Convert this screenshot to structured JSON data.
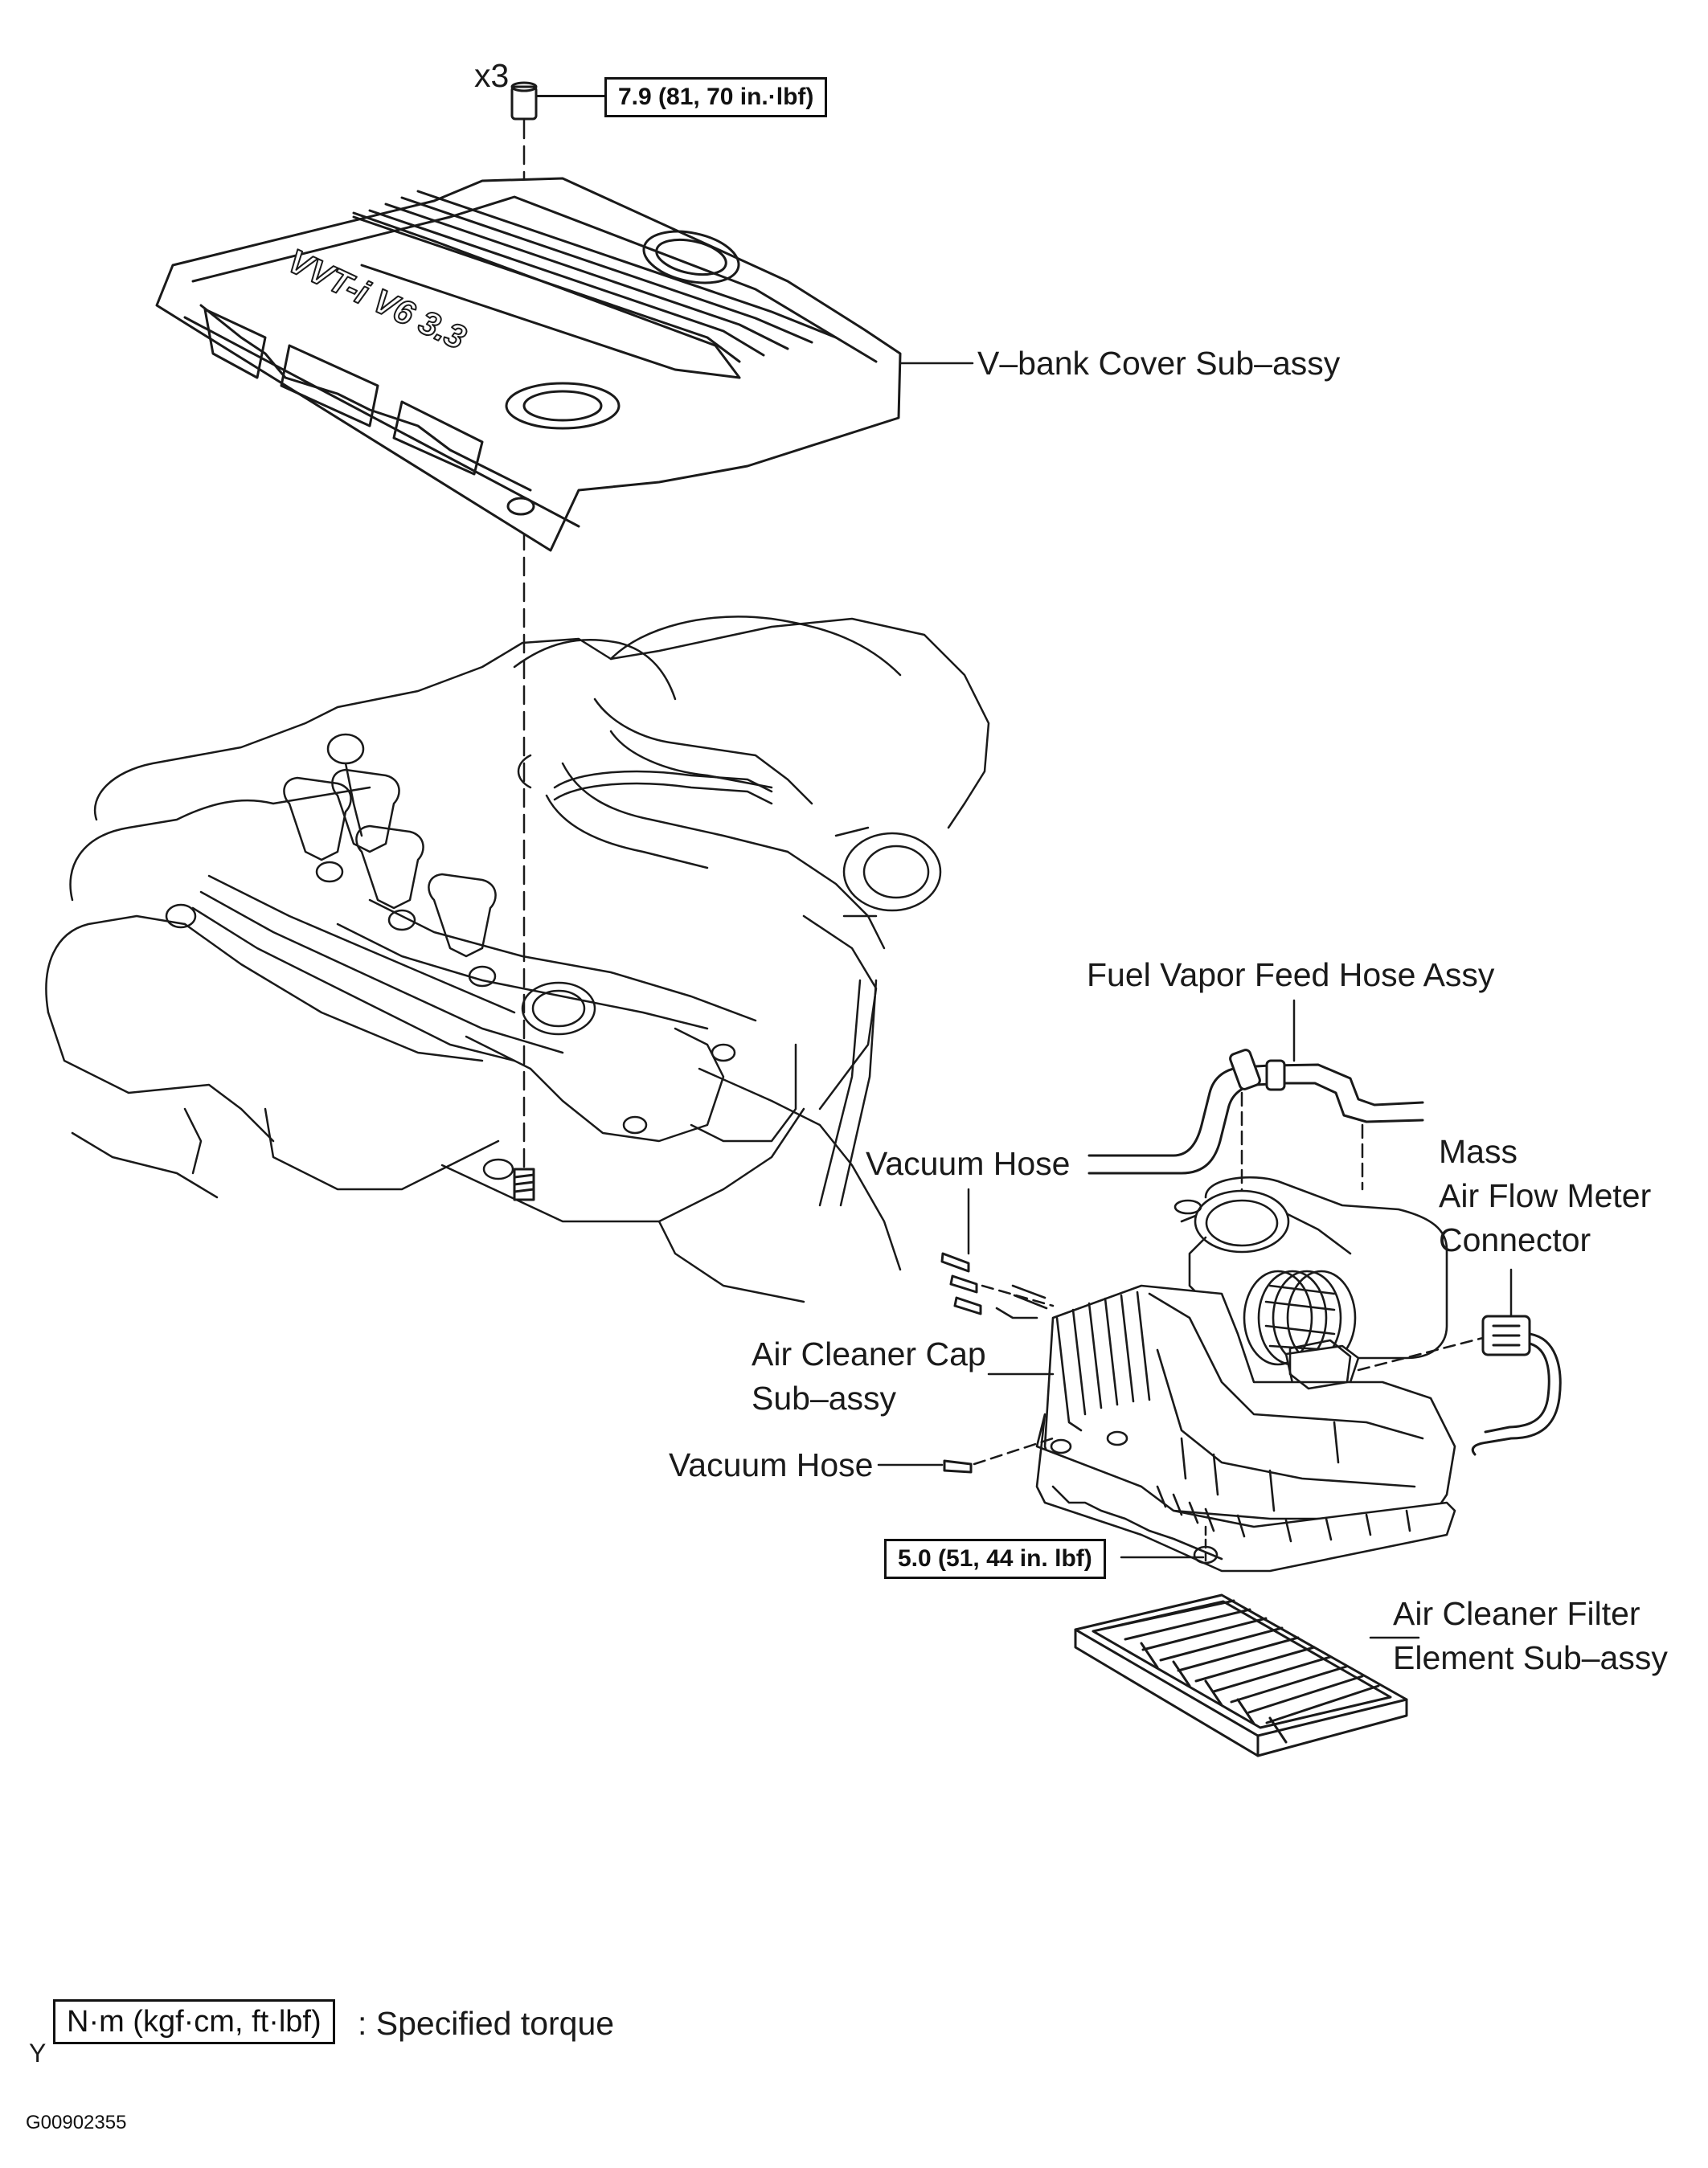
{
  "labels": {
    "qty": "x3",
    "torque_top": "7.9 (81, 70 in.·lbf)",
    "vbank_cover": "V–bank Cover Sub–assy",
    "fuel_vapor_hose": "Fuel Vapor Feed Hose Assy",
    "vacuum_hose_upper": "Vacuum Hose",
    "maf_line1": "Mass",
    "maf_line2": "Air Flow Meter",
    "maf_line3": "Connector",
    "air_cleaner_cap_line1": "Air Cleaner Cap",
    "air_cleaner_cap_line2": "Sub–assy",
    "vacuum_hose_lower": "Vacuum Hose",
    "torque_bottom": "5.0 (51, 44 in. lbf)",
    "filter_line1": "Air Cleaner Filter",
    "filter_line2": "Element Sub–assy",
    "cover_emblem": "VVT-i V6 3.3"
  },
  "legend": {
    "marker": "Y",
    "unit_box": "N·m (kgf·cm, ft·lbf)",
    "description": ": Specified torque"
  },
  "figure_code": "G00902355"
}
